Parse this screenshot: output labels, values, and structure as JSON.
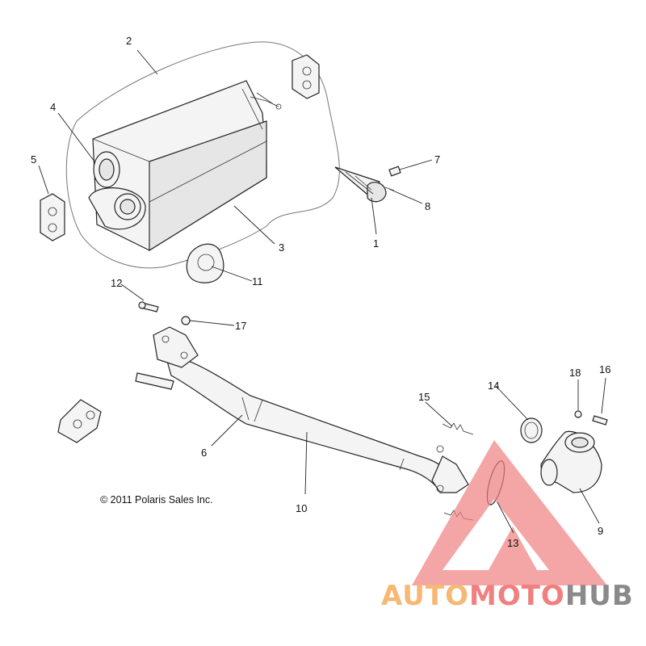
{
  "callouts": {
    "c1": "1",
    "c2": "2",
    "c3": "3",
    "c4": "4",
    "c5": "5",
    "c6": "6",
    "c7": "7",
    "c8": "8",
    "c9": "9",
    "c10": "10",
    "c11": "11",
    "c12": "12",
    "c13": "13",
    "c14": "14",
    "c15": "15",
    "c16": "16",
    "c17": "17",
    "c18": "18"
  },
  "copyright": "© 2011 Polaris Sales Inc.",
  "watermark": {
    "part1": "AUTO",
    "part2": "MOTO",
    "part3": "HUB",
    "colors": {
      "accent": "#f6b873",
      "red": "#f08080",
      "gray": "#8a8a8a"
    }
  }
}
